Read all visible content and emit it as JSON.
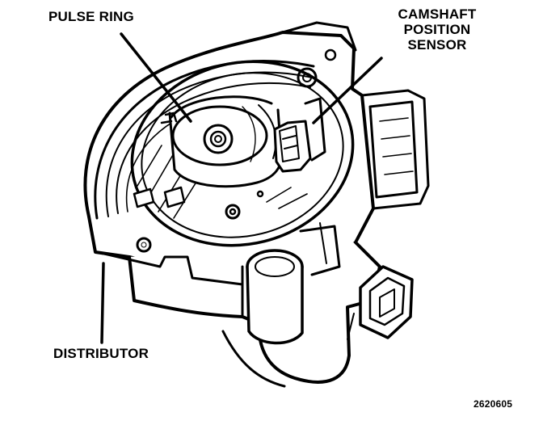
{
  "labels": {
    "pulse_ring": "PULSE RING",
    "camshaft_sensor_line1": "CAMSHAFT",
    "camshaft_sensor_line2": "POSITION",
    "camshaft_sensor_line3": "SENSOR",
    "distributor": "DISTRIBUTOR"
  },
  "figure_number": "2620605",
  "colors": {
    "ink": "#000000",
    "paper": "#ffffff"
  }
}
